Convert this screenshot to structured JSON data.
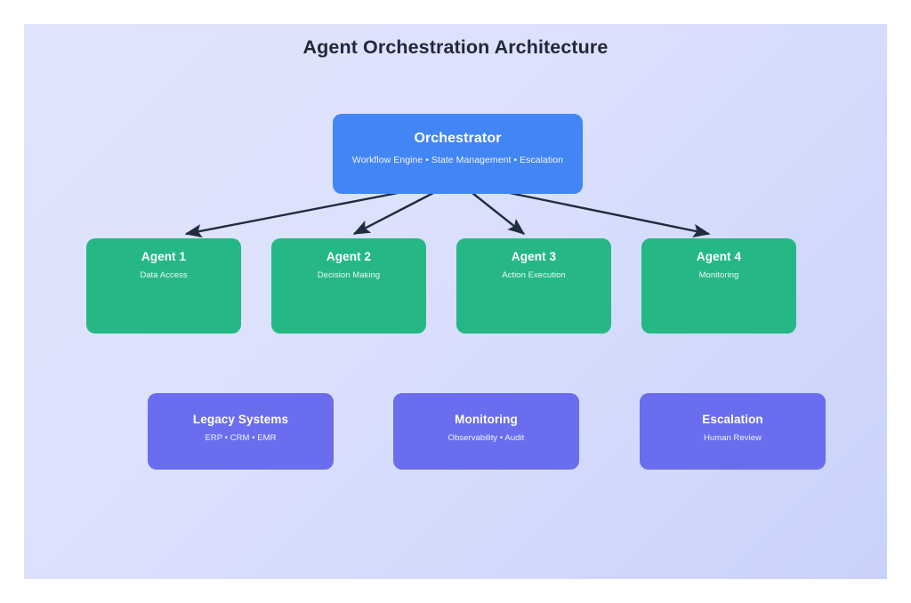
{
  "diagram": {
    "title": "Agent Orchestration Architecture",
    "colors": {
      "canvas_gradient_start": "#e0e4fd",
      "canvas_gradient_end": "#c9d2fb",
      "orchestrator": "#4285f4",
      "agent": "#25b885",
      "support": "#6a6ded",
      "connector": "#1f2d3d",
      "title_text": "#1f2937",
      "node_text": "#ffffff"
    },
    "orchestrator": {
      "title": "Orchestrator",
      "subtitle": "Workflow Engine • State Management • Escalation"
    },
    "agents": [
      {
        "title": "Agent 1",
        "subtitle": "Data Access"
      },
      {
        "title": "Agent 2",
        "subtitle": "Decision Making"
      },
      {
        "title": "Agent 3",
        "subtitle": "Action Execution"
      },
      {
        "title": "Agent 4",
        "subtitle": "Monitoring"
      }
    ],
    "support_systems": [
      {
        "title": "Legacy Systems",
        "subtitle": "ERP • CRM • EMR"
      },
      {
        "title": "Monitoring",
        "subtitle": "Observability • Audit"
      },
      {
        "title": "Escalation",
        "subtitle": "Human Review"
      }
    ],
    "connectors": [
      {
        "from": "Orchestrator",
        "to": "Agent 1"
      },
      {
        "from": "Orchestrator",
        "to": "Agent 2"
      },
      {
        "from": "Orchestrator",
        "to": "Agent 3"
      },
      {
        "from": "Orchestrator",
        "to": "Agent 4"
      }
    ]
  }
}
